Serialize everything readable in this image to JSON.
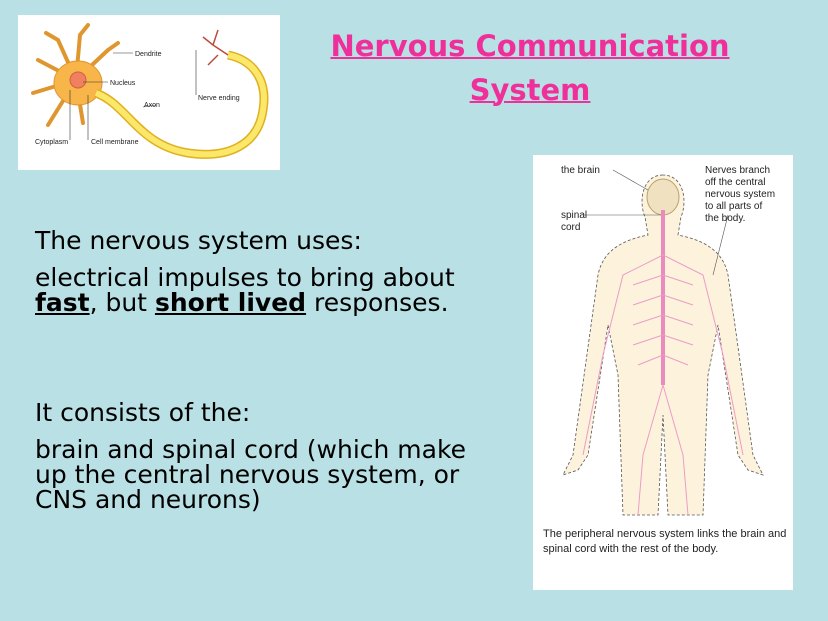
{
  "title": {
    "line1": "Nervous Communication",
    "line2": " System"
  },
  "neuron_diagram": {
    "labels": {
      "dendrite": "Dendrite",
      "nucleus": "Nucleus",
      "axon": "Axon",
      "nerve_ending": "Nerve ending",
      "cytoplasm": "Cytoplasm",
      "cell_membrane": "Cell membrane"
    }
  },
  "body_diagram": {
    "labels": {
      "brain": "the brain",
      "spinal1": "spinal",
      "spinal2": "cord",
      "branch1": "Nerves branch",
      "branch2": "off the central",
      "branch3": "nervous system",
      "branch4": "to all parts of",
      "branch5": "the body."
    },
    "caption": "The peripheral nervous system links the brain and spinal cord with the rest of the body."
  },
  "text": {
    "p1": "The nervous system uses:",
    "p2a": "electrical impulses to bring about ",
    "p2b": "fast",
    "p2c": ", but ",
    "p2d": "short lived",
    "p2e": " responses.",
    "p3": "It consists of the:",
    "p4": "brain and spinal cord (which make up the central nervous system, or CNS and neurons)"
  }
}
